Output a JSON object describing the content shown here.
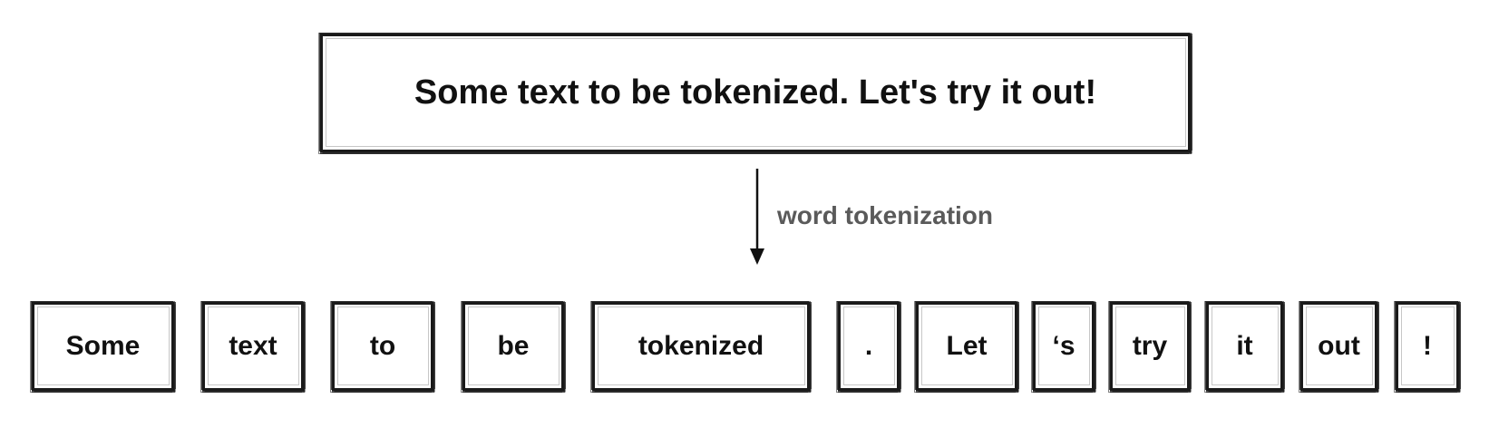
{
  "source_text": "Some text to be tokenized. Let's try it out!",
  "arrow_label": "word tokenization",
  "tokens": [
    "Some",
    "text",
    "to",
    "be",
    "tokenized",
    ".",
    "Let",
    "‘s",
    "try",
    "it",
    "out",
    "!"
  ]
}
